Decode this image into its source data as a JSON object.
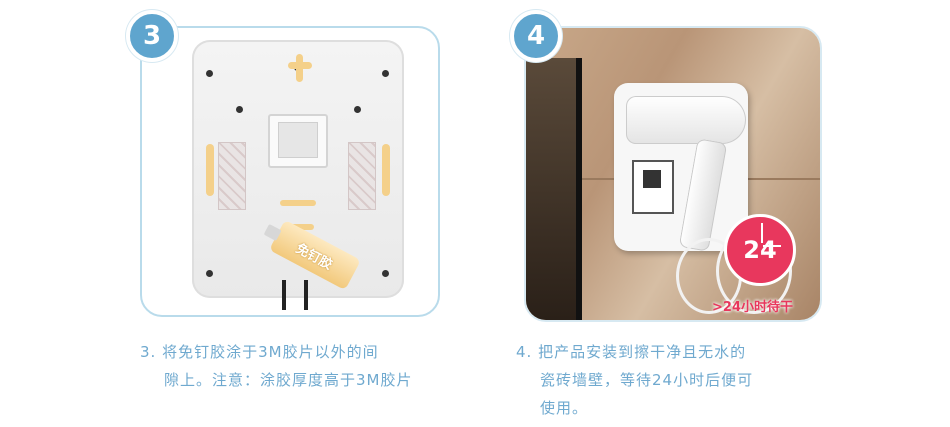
{
  "step3": {
    "number": "3",
    "glue_label": "免钉胶",
    "caption_line1": "3. 将免钉胶涂于3M胶片以外的间",
    "caption_line2": "隙上。注意：涂胶厚度高于3M胶片"
  },
  "step4": {
    "number": "4",
    "badge_value": "24",
    "wait_label": ">24小时待干",
    "caption_line1": "4. 把产品安装到擦干净且无水的",
    "caption_line2": "瓷砖墙壁，等待24小时后便可",
    "caption_line3": "使用。"
  },
  "colors": {
    "frame": "#b9dbeb",
    "badge": "#5fa5ce",
    "caption": "#6fa9cf",
    "accent": "#e8375d",
    "glue": "#f4d08a"
  }
}
